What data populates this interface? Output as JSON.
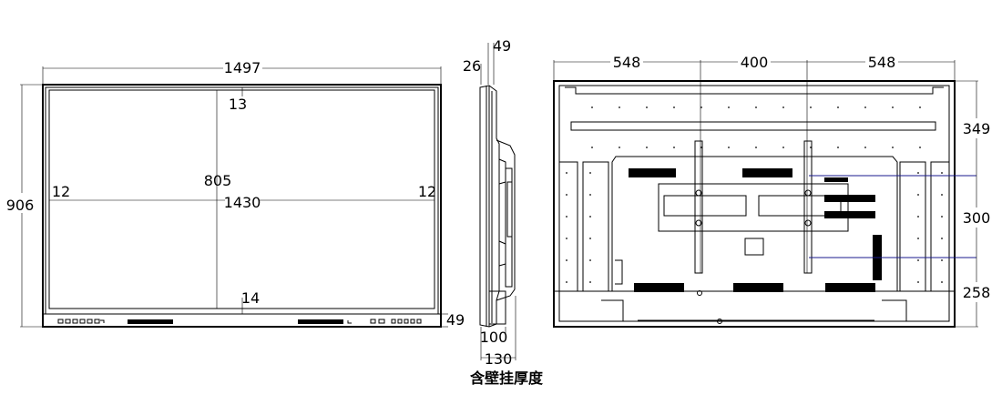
{
  "front_view": {
    "width": "1497",
    "height": "906",
    "screen_width": "1430",
    "screen_height": "805",
    "top_bezel": "13",
    "bottom_bezel": "14",
    "left_bezel": "12",
    "right_bezel": "12",
    "bottom_edge": "49"
  },
  "side_view": {
    "top_depth": "49",
    "bezel_depth": "26",
    "depth_without_mount": "100",
    "depth_with_mount": "130",
    "caption": "含壁挂厚度"
  },
  "rear_view": {
    "left_offset": "548",
    "vesa_horizontal": "400",
    "right_offset": "548",
    "top_offset": "349",
    "vesa_vertical": "300",
    "bottom_offset": "258"
  }
}
